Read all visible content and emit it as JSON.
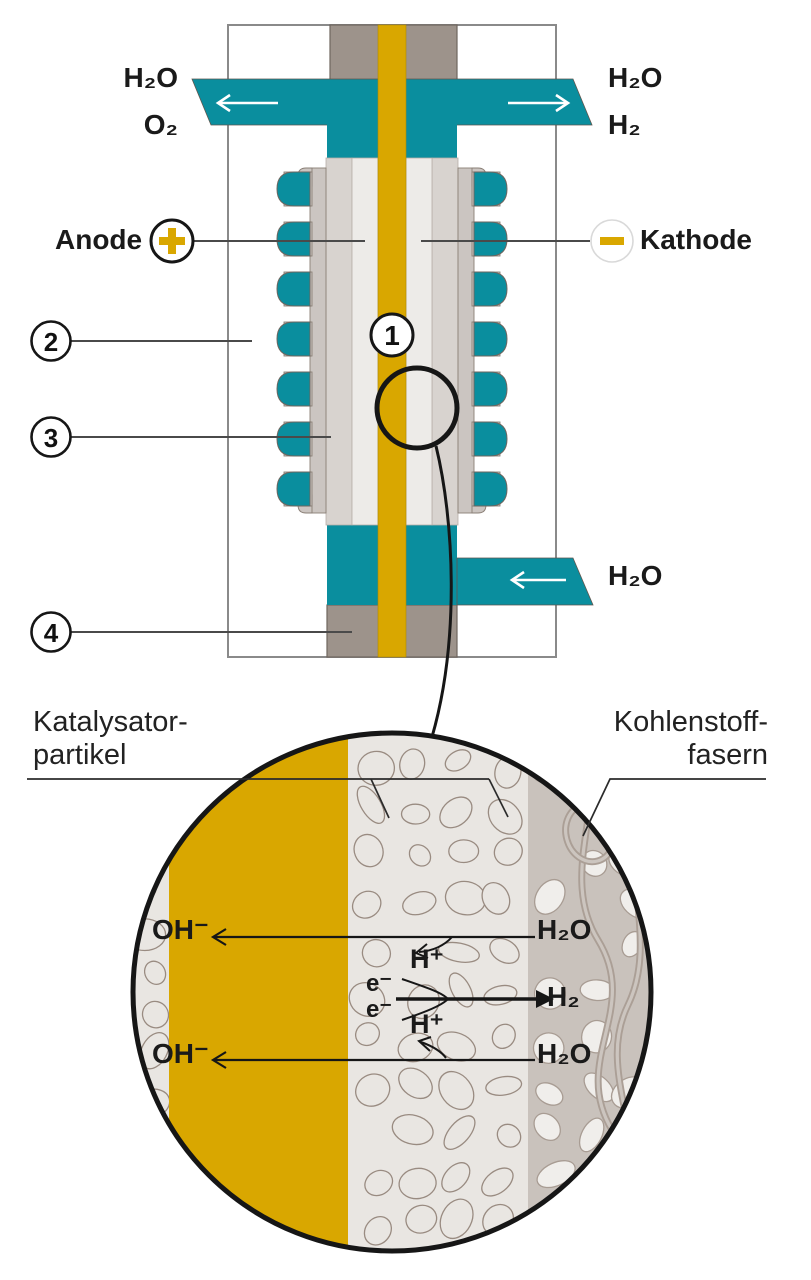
{
  "cell": {
    "outflow_left": {
      "top": "H₂O",
      "bottom": "O₂"
    },
    "outflow_right": {
      "top": "H₂O",
      "bottom": "H₂"
    },
    "inflow_right": "H₂O",
    "anode_label": "Anode",
    "cathode_label": "Kathode",
    "anode_sign": "+",
    "cathode_sign": "−",
    "callout_1": "1",
    "callout_2": "2",
    "callout_3": "3",
    "callout_4": "4"
  },
  "detail": {
    "catalyst_label": {
      "line1": "Katalysator-",
      "line2": "partikel"
    },
    "carbon_label": {
      "line1": "Kohlenstoff-",
      "line2": "fasern"
    },
    "oh_top": "OH⁻",
    "h2o_top": "H₂O",
    "h_plus_top": "H⁺",
    "electron_1": "e⁻",
    "electron_2": "e⁻",
    "h2_product": "H₂",
    "h_plus_bottom": "H⁺",
    "oh_bottom": "OH⁻",
    "h2o_bottom": "H₂O"
  },
  "colors": {
    "teal": "#0a8e9e",
    "gold": "#d9a700",
    "mount_gray": "#9d938b",
    "plate_gray": "#cbc5c1",
    "gdl_gray": "#d8d3cf",
    "catalyst_light": "#edebe8",
    "detail_catalyst_bg": "#e9e6e2",
    "detail_carbon_bg": "#c9c2bc",
    "pore_fill": "#f0eeeb",
    "outline_dark": "#161616"
  }
}
